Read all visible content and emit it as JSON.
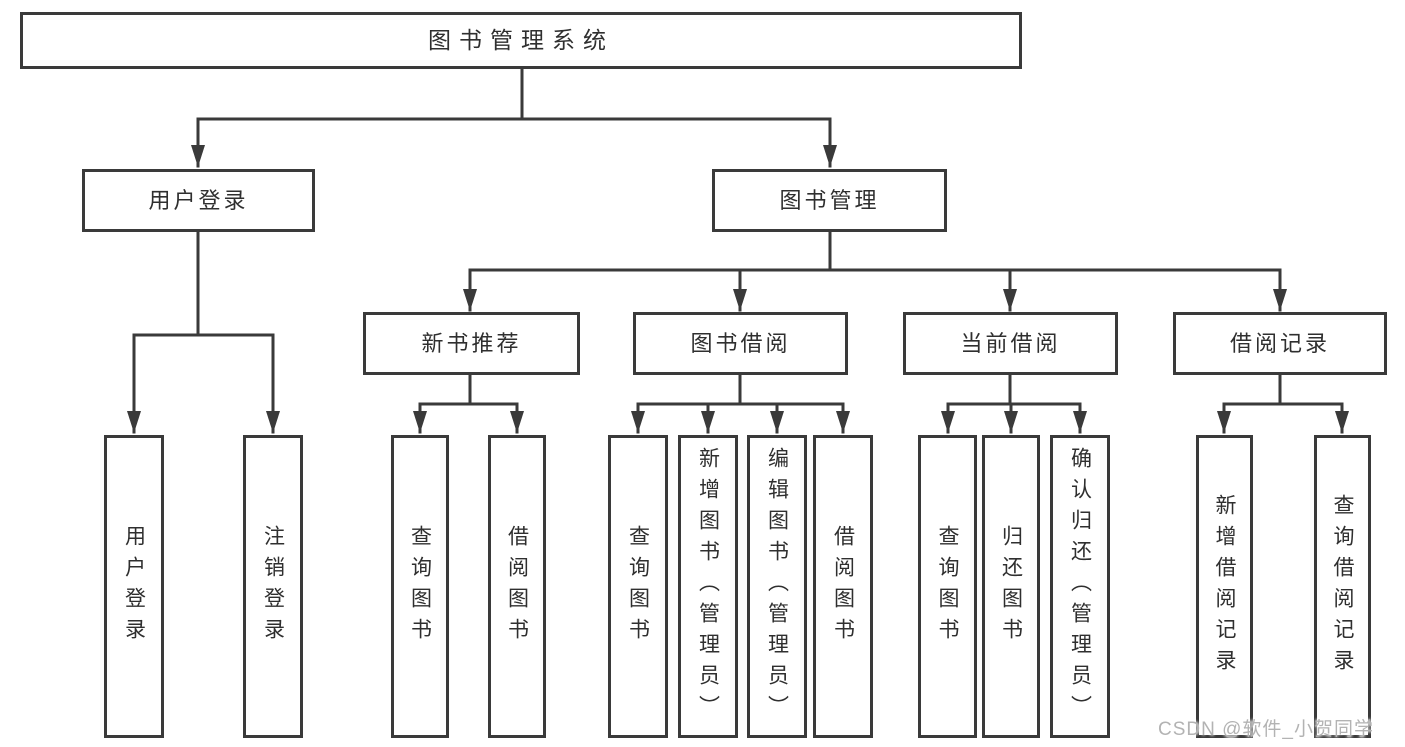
{
  "style": {
    "line_color": "#3a3a3a",
    "box_border_color": "#3a3a3a",
    "box_fill": "#ffffff",
    "text_color": "#2f2f2f",
    "watermark_color": "#b3b3b3",
    "background": "#ffffff"
  },
  "watermark": {
    "text": "CSDN @软件_小贺同学"
  },
  "tree": {
    "root": {
      "label": "图书管理系统"
    },
    "children": [
      {
        "label": "用户登录",
        "children": [
          {
            "label": "用户登录"
          },
          {
            "label": "注销登录"
          }
        ]
      },
      {
        "label": "图书管理",
        "children": [
          {
            "label": "新书推荐",
            "children": [
              {
                "label": "查询图书"
              },
              {
                "label": "借阅图书"
              }
            ]
          },
          {
            "label": "图书借阅",
            "children": [
              {
                "label": "查询图书"
              },
              {
                "label": "新增图书（管理员）"
              },
              {
                "label": "编辑图书（管理员）"
              },
              {
                "label": "借阅图书"
              }
            ]
          },
          {
            "label": "当前借阅",
            "children": [
              {
                "label": "查询图书"
              },
              {
                "label": "归还图书"
              },
              {
                "label": "确认归还（管理员）"
              }
            ]
          },
          {
            "label": "借阅记录",
            "children": [
              {
                "label": "新增借阅记录"
              },
              {
                "label": "查询借阅记录"
              }
            ]
          }
        ]
      }
    ]
  }
}
